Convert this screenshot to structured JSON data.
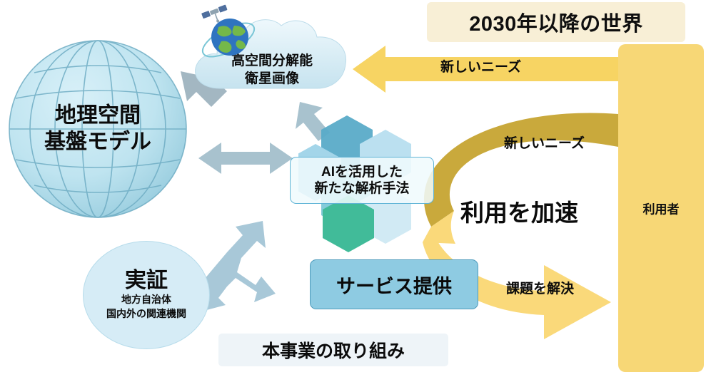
{
  "diagram": {
    "title_banner": {
      "text": "2030年以降の世界",
      "bg": "#f8efd6"
    },
    "user_column": {
      "label": "利用者",
      "bg": "#f7d776"
    },
    "globe": {
      "label_line1": "地理空間",
      "label_line2": "基盤モデル",
      "fill": "#bde3ef",
      "grid": "#7fb9cd"
    },
    "cloud": {
      "label_line1": "高空間分解能",
      "label_line2": "衛星画像",
      "fill": "#dceef6",
      "icon": "satellite-earth-icon"
    },
    "ai_box": {
      "label_line1": "AIを活用した",
      "label_line2": "新たな解析手法",
      "border": "#5fb4d6"
    },
    "hexagons": {
      "colors": [
        "#5aabc9",
        "#b8dff0",
        "#9fd3e8",
        "#37b894",
        "#7ec9d8",
        "#cfe9f4"
      ]
    },
    "service_box": {
      "label": "サービス提供",
      "bg": "#8ecbe2",
      "border": "#4f9cbd"
    },
    "proof_circle": {
      "title": "実証",
      "sub_line1": "地方自治体",
      "sub_line2": "国内外の関連機関",
      "bg": "#d6ecf6"
    },
    "project_caption": {
      "label": "本事業の取り組み",
      "bg": "#eef4f8"
    },
    "arrows": [
      {
        "name": "needs-straight",
        "label": "新しいニーズ",
        "color": "#f7d463",
        "direction": "left",
        "from": "利用者",
        "to": "高空間分解能衛星画像"
      },
      {
        "name": "needs-curve",
        "label": "新しいニーズ",
        "color": "#c9a93c",
        "direction": "left",
        "from": "利用者",
        "to": "サービス提供"
      },
      {
        "name": "solve-curve",
        "label": "課題を解決",
        "color": "#fad97a",
        "direction": "right",
        "from": "サービス提供",
        "to": "利用者"
      },
      {
        "name": "accelerate",
        "label": "利用を加速",
        "color": "#0b0b0b",
        "direction": "none"
      },
      {
        "name": "cloud-to-globe",
        "color": "#9eb3bf",
        "direction": "down-left"
      },
      {
        "name": "globe-ai-bidirectional",
        "color": "#a8c2ce",
        "direction": "both"
      },
      {
        "name": "cloud-to-hex",
        "color": "#a8c2ce",
        "direction": "down-right"
      },
      {
        "name": "proof-branch",
        "color": "#a8c8d8",
        "direction": "branch"
      }
    ]
  }
}
